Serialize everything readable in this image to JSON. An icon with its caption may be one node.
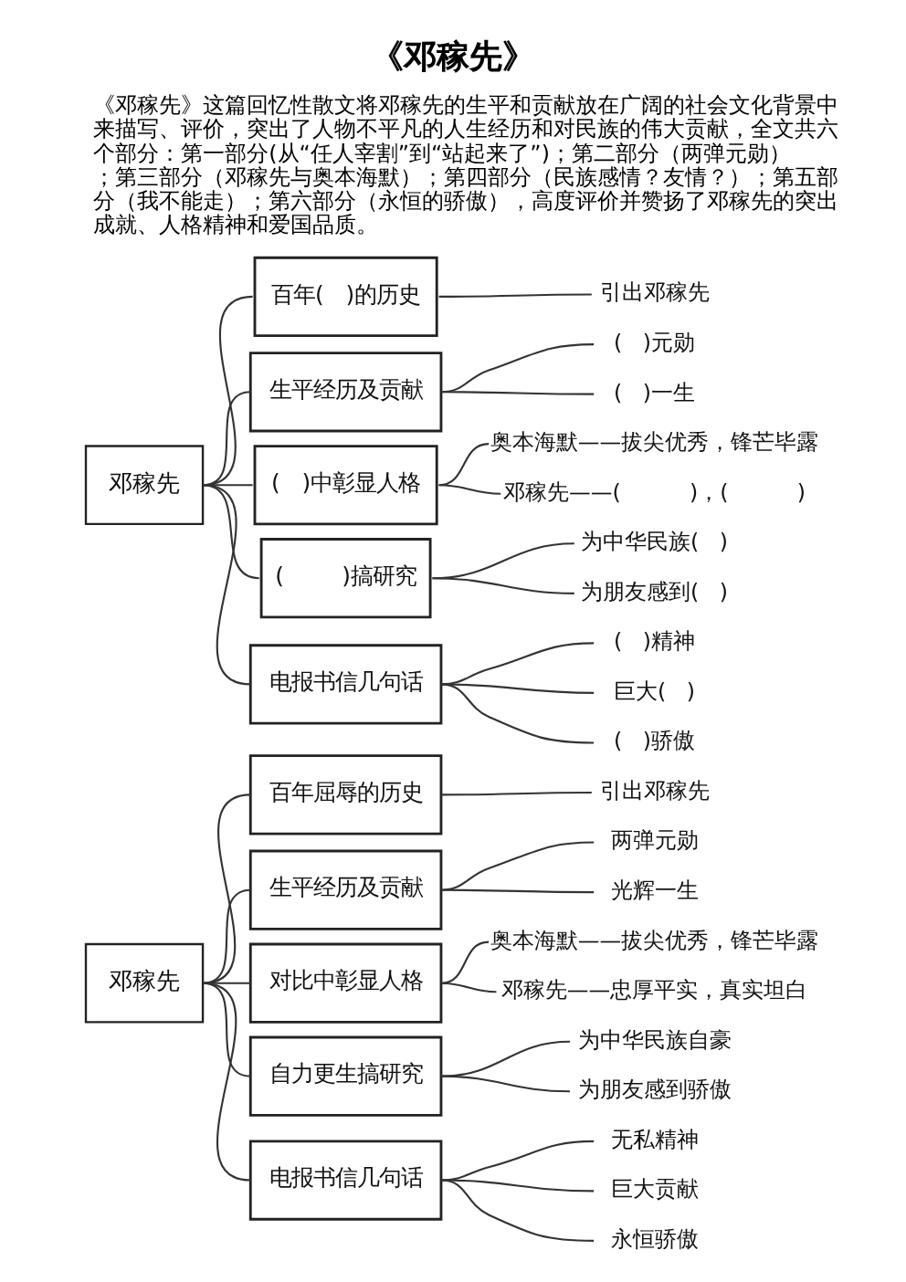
{
  "diagram": {
    "title": "《邓稼先》",
    "caption": "《邓稼先》这篇回忆性散文将邓稼先的生平和贡献放在广阔的社会文化背景中来描写、评价，突出了人物不平凡的人生经历和对民族的伟大贡献，全文共六个部分：第一部分(从“任人宰割”到“站起来了”)；第二部分（两弹元勋）；第三部分（邓稼先与奥本海默）；第四部分（民族感情？友情？）；第五部分（我不能走）；第六部分（永恒的骄傲），高度评价并赞扬了邓稼先的突出成就、人格精神和爱国品质。",
    "nodes": [
      {
        "text": [
          "邓稼先"
        ]
      },
      {
        "text": [
          "百年(   )的历史"
        ]
      },
      {
        "text": [
          "引出邓稼先"
        ]
      },
      {
        "text": [
          "生平经历及贡献"
        ]
      },
      {
        "text": [
          "(   )元勋"
        ]
      },
      {
        "text": [
          "(   )一生"
        ]
      },
      {
        "text": [
          "(   )中彰显人格"
        ]
      },
      {
        "text": [
          "奥本海默——拔尖优秀，锋芒毕露"
        ]
      },
      {
        "text": [
          "邓稼先——(          )，(          )"
        ]
      },
      {
        "text": [
          "(        )搞研究"
        ]
      },
      {
        "text": [
          "为中华民族(   )"
        ]
      },
      {
        "text": [
          "为朋友感到(   )"
        ]
      },
      {
        "text": [
          "电报书信几句话"
        ]
      },
      {
        "text": [
          "(   )精神"
        ]
      },
      {
        "text": [
          "巨大(   )"
        ]
      },
      {
        "text": [
          "(   )骄傲"
        ]
      },
      {
        "text": [
          "邓稼先"
        ]
      },
      {
        "text": [
          "百年屈辱的历史"
        ]
      },
      {
        "text": [
          "引出邓稼先"
        ]
      },
      {
        "text": [
          "生平经历及贡献"
        ]
      },
      {
        "text": [
          "两弹元勋"
        ]
      },
      {
        "text": [
          "光辉一生"
        ]
      },
      {
        "text": [
          "对比中彰显人格"
        ]
      },
      {
        "text": [
          "奥本海默——拔尖优秀，锋芒毕露"
        ]
      },
      {
        "text": [
          "邓稼先——忠厚平实，真实坦白"
        ]
      },
      {
        "text": [
          "自力更生搞研究"
        ]
      },
      {
        "text": [
          "为中华民族自豪"
        ]
      },
      {
        "text": [
          "为朋友感到骄傲"
        ]
      },
      {
        "text": [
          "电报书信几句话"
        ]
      },
      {
        "text": [
          "无私精神"
        ]
      },
      {
        "text": [
          "巨大贡献"
        ]
      },
      {
        "text": [
          "永恒骄傲"
        ]
      }
    ],
    "edges": [
      {
        "from": 0,
        "to": 1,
        "arrow": "none"
      },
      {
        "from": 1,
        "to": 2,
        "arrow": "none"
      },
      {
        "from": 0,
        "to": 3,
        "arrow": "none"
      },
      {
        "from": 3,
        "to": 4,
        "arrow": "none"
      },
      {
        "from": 3,
        "to": 5,
        "arrow": "none"
      },
      {
        "from": 0,
        "to": 6,
        "arrow": "none"
      },
      {
        "from": 6,
        "to": 7,
        "arrow": "none"
      },
      {
        "from": 6,
        "to": 8,
        "arrow": "none"
      },
      {
        "from": 0,
        "to": 9,
        "arrow": "none"
      },
      {
        "from": 9,
        "to": 10,
        "arrow": "none"
      },
      {
        "from": 9,
        "to": 11,
        "arrow": "none"
      },
      {
        "from": 0,
        "to": 12,
        "arrow": "none"
      },
      {
        "from": 12,
        "to": 13,
        "arrow": "none"
      },
      {
        "from": 12,
        "to": 14,
        "arrow": "none"
      },
      {
        "from": 12,
        "to": 15,
        "arrow": "none"
      },
      {
        "from": 16,
        "to": 17,
        "arrow": "none"
      },
      {
        "from": 17,
        "to": 18,
        "arrow": "none"
      },
      {
        "from": 16,
        "to": 19,
        "arrow": "none"
      },
      {
        "from": 19,
        "to": 20,
        "arrow": "none"
      },
      {
        "from": 19,
        "to": 21,
        "arrow": "none"
      },
      {
        "from": 16,
        "to": 22,
        "arrow": "none"
      },
      {
        "from": 22,
        "to": 23,
        "arrow": "none"
      },
      {
        "from": 22,
        "to": 24,
        "arrow": "none"
      },
      {
        "from": 16,
        "to": 25,
        "arrow": "none"
      },
      {
        "from": 25,
        "to": 26,
        "arrow": "none"
      },
      {
        "from": 25,
        "to": 27,
        "arrow": "none"
      },
      {
        "from": 16,
        "to": 28,
        "arrow": "none"
      },
      {
        "from": 28,
        "to": 29,
        "arrow": "none"
      },
      {
        "from": 28,
        "to": 30,
        "arrow": "none"
      },
      {
        "from": 28,
        "to": 31,
        "arrow": "none"
      }
    ]
  }
}
